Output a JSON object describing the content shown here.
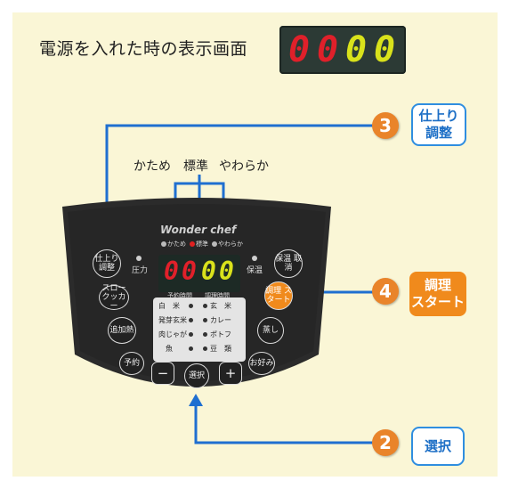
{
  "title": "電源を入れた時の表示画面",
  "top_display": {
    "digits": [
      "0",
      "0",
      "0",
      "0"
    ],
    "colors": [
      "#e0202a",
      "#e0202a",
      "#d9e21b",
      "#d9e21b"
    ]
  },
  "callouts": {
    "adjust": {
      "number": "3",
      "label_line1": "仕上り",
      "label_line2": "調整"
    },
    "start": {
      "number": "4",
      "label_line1": "調理",
      "label_line2": "スタート"
    },
    "select": {
      "number": "2",
      "label": "選択"
    }
  },
  "texture_labels": [
    "かため",
    "標準",
    "やわらか"
  ],
  "panel": {
    "brand": "Wonder chef",
    "indicators": {
      "katame": "かため",
      "hyoujun": "標準",
      "yawaraka": "やわらか"
    },
    "pressure_label": "圧力",
    "keep_warm_label": "保温",
    "display_digits": [
      "0",
      "0",
      "0",
      "0"
    ],
    "lcd_tabs": [
      "予約時間",
      "調理時間"
    ],
    "buttons": {
      "adjust": "仕上り 調整",
      "slow": "スロー クッカー",
      "reheat": "追加熱",
      "timer": "予約",
      "minus": "−",
      "select": "選択",
      "plus": "+",
      "keep_cancel": "保温 取消",
      "start": "調理 スタート",
      "steam": "蒸し",
      "favorite": "お好み"
    },
    "menu_items": [
      [
        "白　米",
        "玄　米"
      ],
      [
        "発芽玄米",
        "カレー"
      ],
      [
        "肉じゃが",
        "ポトフ"
      ],
      [
        "魚",
        "豆　類"
      ]
    ]
  },
  "colors": {
    "accent_blue": "#2f8ee0",
    "orange": "#f08a1c",
    "panel_dark": "#262626",
    "bg": "#faf6d6"
  }
}
